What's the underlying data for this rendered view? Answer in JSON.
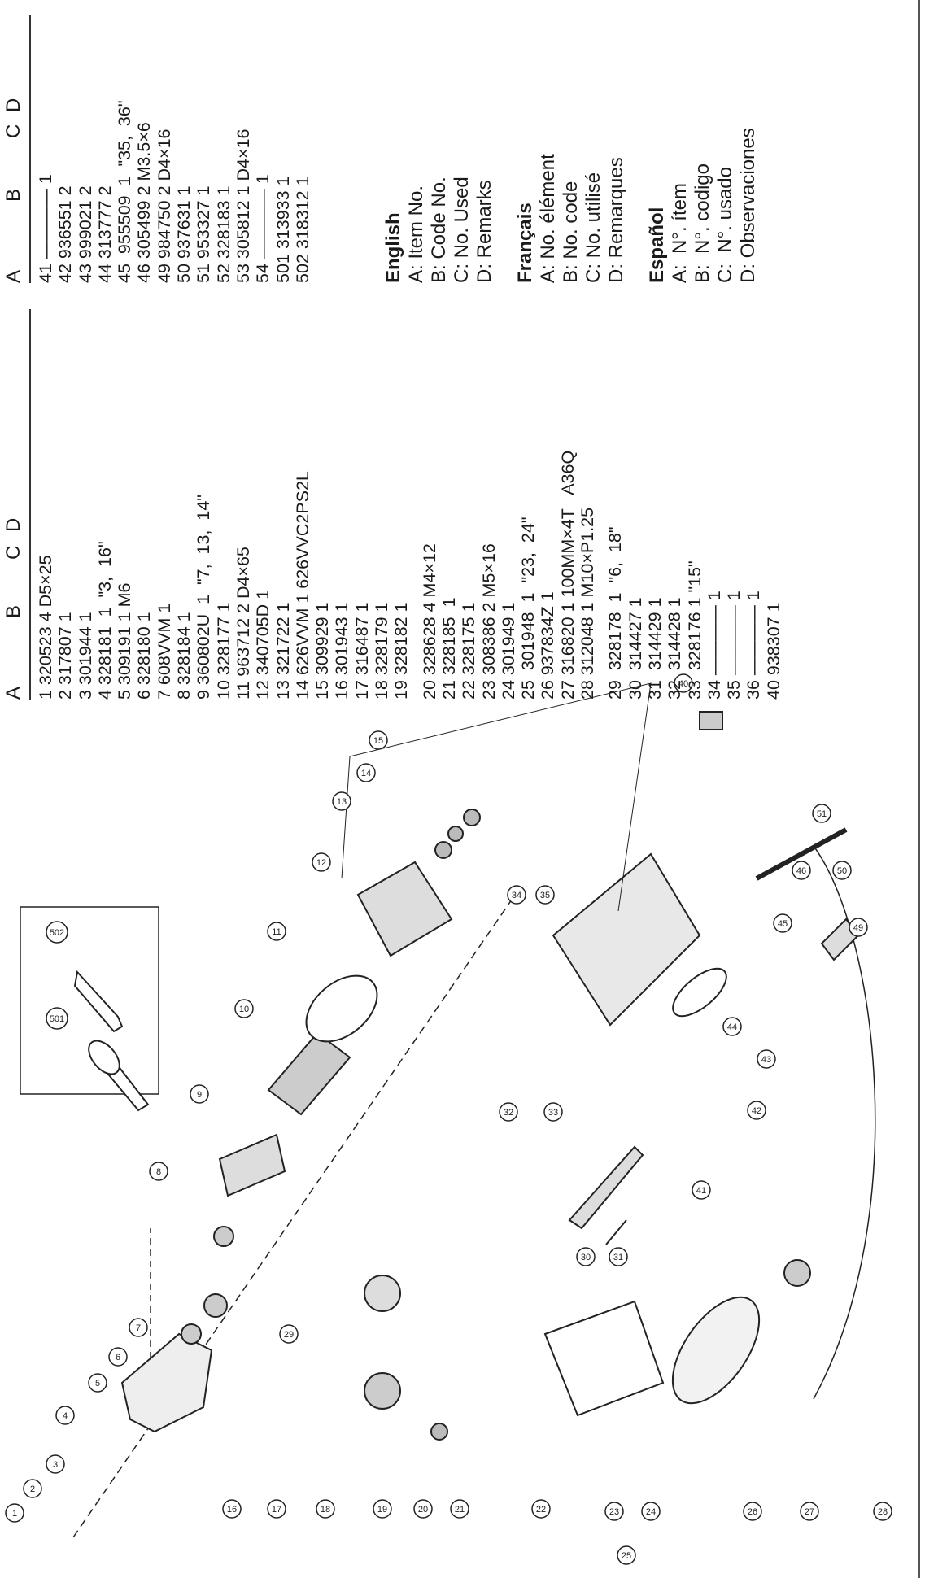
{
  "header": {
    "a": "A",
    "b": "B",
    "c": "C",
    "d": "D"
  },
  "parts_left": [
    "1 320523 4 D5×25",
    "2 317807 1",
    "3 301944 1",
    "4 328181  1  \"3,  16\"",
    "5 309191 1 M6",
    "6 328180 1",
    "7 608VVM 1",
    "8 328184 1",
    "9 360802U  1  \"7,  13,  14\"",
    "10 328177 1",
    "11 963712 2 D4×65",
    "12 340705D 1",
    "13 321722 1",
    "14 626VVM 1 626VVC2PS2L",
    "15 309929 1",
    "16 301943 1",
    "17 316487 1",
    "18 328179 1",
    "19 328182 1",
    "20 328628 4 M4×12",
    "21 328185  1",
    "22 328175 1",
    "23 308386 2 M5×16",
    "24 301949 1",
    "25  301948  1  \"23,  24\"",
    "26 937834Z 1",
    "27 316820 1 100MM×4T   A36Q",
    "28 312048 1 M10×P1.25",
    "29  328178  1  \"6,  18\"",
    "30  314427 1",
    "31  314429 1",
    "32  314428 1",
    "33  328176 1 \"15\"",
    "34 ———— 1",
    "35 ———— 1",
    "36 ———— 1",
    "40 938307 1"
  ],
  "parts_right": [
    "41 ———— 1",
    "42 936551 2",
    "43 999021 2",
    "44 313777 2",
    "45  955509  1  \"35,  36\"",
    "46 305499 2 M3.5×6",
    "49 984750 2 D4×16",
    "50 937631 1",
    "51 953327 1",
    "52 328183 1",
    "53 305812 1 D4×16",
    "54 ———— 1",
    "501 313933 1",
    "502 318312 1"
  ],
  "legends": [
    {
      "title": "English",
      "lines": [
        "A: Item No.",
        "B: Code No.",
        "C: No. Used",
        "D: Remarks"
      ]
    },
    {
      "title": "Français",
      "lines": [
        "A: No. élément",
        "B: No. code",
        "C: No. utilisé",
        "D: Remarques"
      ]
    },
    {
      "title": "Español",
      "lines": [
        "A:  N°. ítem",
        "B:  N°. codigo",
        "C:  N°. usado",
        "D: Observaciones"
      ]
    }
  ],
  "callouts": [
    "1",
    "2",
    "3",
    "4",
    "5",
    "6",
    "7",
    "8",
    "9",
    "10",
    "11",
    "12",
    "13",
    "14",
    "15",
    "16",
    "17",
    "18",
    "19",
    "20",
    "21",
    "22",
    "23",
    "24",
    "25",
    "26",
    "27",
    "28",
    "29",
    "30",
    "31",
    "32",
    "33",
    "34",
    "35",
    "40",
    "41",
    "42",
    "43",
    "44",
    "45",
    "46",
    "49",
    "50",
    "51",
    "501",
    "502"
  ]
}
